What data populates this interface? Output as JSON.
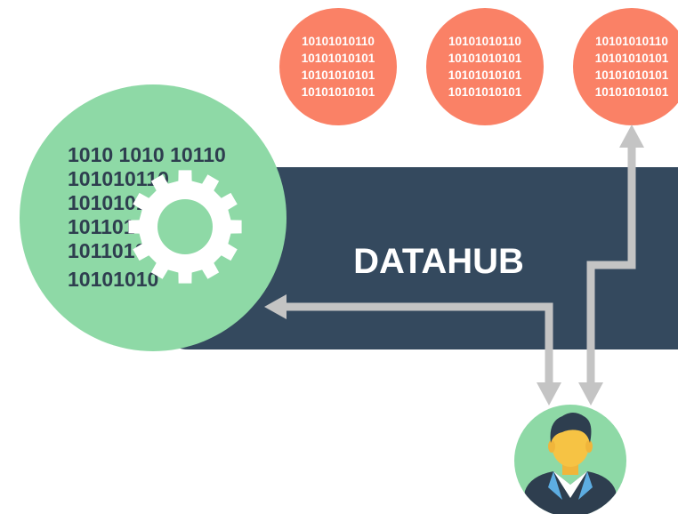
{
  "hub": {
    "label": "DATAHUB"
  },
  "processor": {
    "binary_lines": [
      "1010 1010 10110",
      "101010110",
      "1010101",
      "101101",
      "1011010",
      "10101010"
    ]
  },
  "data_bubbles": [
    {
      "lines": [
        "10101010110",
        "10101010101",
        "10101010101",
        "10101010101"
      ]
    },
    {
      "lines": [
        "10101010110",
        "10101010101",
        "10101010101",
        "10101010101"
      ]
    },
    {
      "lines": [
        "10101010110",
        "10101010101",
        "10101010101",
        "10101010101"
      ]
    }
  ],
  "colors": {
    "hub_bar": "#34495e",
    "processor_circle": "#8ed9a6",
    "bubble": "#fa8166",
    "arrow": "#c4c4c4",
    "binary_dark": "#2e3e4f",
    "gear": "#ffffff",
    "user_circle": "#8ed9a6"
  },
  "icons": {
    "gear": "gear-icon",
    "user": "user-avatar-icon"
  }
}
